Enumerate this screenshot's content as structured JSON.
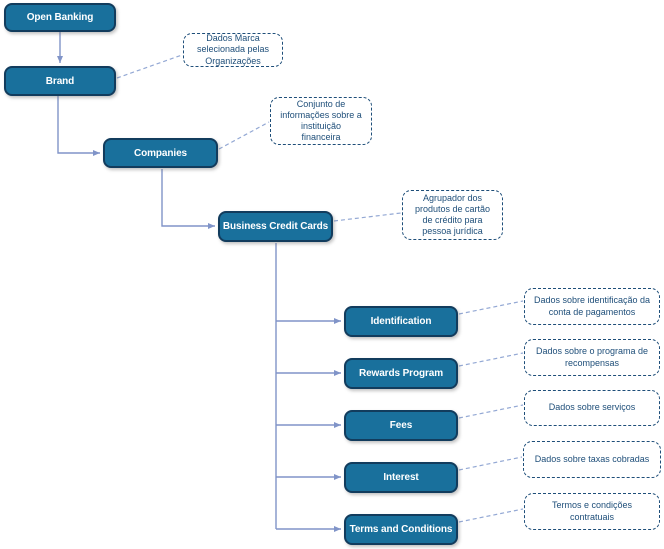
{
  "diagram": {
    "type": "hierarchy-flowchart",
    "nodes": [
      {
        "id": "open-banking",
        "label": "Open Banking"
      },
      {
        "id": "brand",
        "label": "Brand"
      },
      {
        "id": "companies",
        "label": "Companies"
      },
      {
        "id": "business-credit-cards",
        "label": "Business Credit Cards"
      },
      {
        "id": "identification",
        "label": "Identification"
      },
      {
        "id": "rewards-program",
        "label": "Rewards Program"
      },
      {
        "id": "fees",
        "label": "Fees"
      },
      {
        "id": "interest",
        "label": "Interest"
      },
      {
        "id": "terms-and-conditions",
        "label": "Terms and Conditions"
      }
    ],
    "edges": [
      {
        "from": "open-banking",
        "to": "brand"
      },
      {
        "from": "brand",
        "to": "companies"
      },
      {
        "from": "companies",
        "to": "business-credit-cards"
      },
      {
        "from": "business-credit-cards",
        "to": "identification"
      },
      {
        "from": "business-credit-cards",
        "to": "rewards-program"
      },
      {
        "from": "business-credit-cards",
        "to": "fees"
      },
      {
        "from": "business-credit-cards",
        "to": "interest"
      },
      {
        "from": "business-credit-cards",
        "to": "terms-and-conditions"
      }
    ],
    "annotations": [
      {
        "for": "brand",
        "text": "Dados Marca\nselecionada pelas\nOrganizações"
      },
      {
        "for": "companies",
        "text": "Conjunto de\ninformações sobre a\ninstituição\nfinanceira"
      },
      {
        "for": "business-credit-cards",
        "text": "Agrupador dos\nprodutos de cartão\nde crédito para\npessoa jurídica"
      },
      {
        "for": "identification",
        "text": "Dados sobre identificação da\nconta de pagamentos"
      },
      {
        "for": "rewards-program",
        "text": "Dados sobre o programa de\nrecompensas"
      },
      {
        "for": "fees",
        "text": "Dados sobre serviços"
      },
      {
        "for": "interest",
        "text": "Dados sobre taxas cobradas"
      },
      {
        "for": "terms-and-conditions",
        "text": "Termos e condições\ncontratuais"
      }
    ],
    "colors": {
      "node_fill": "#19709c",
      "node_border": "#123c5d",
      "node_text": "#ffffff",
      "connector": "#8094c8",
      "annotation_connector": "#93a8d4",
      "annotation_border": "#1e4e79",
      "annotation_text": "#1e4e79",
      "background": "#ffffff"
    }
  }
}
